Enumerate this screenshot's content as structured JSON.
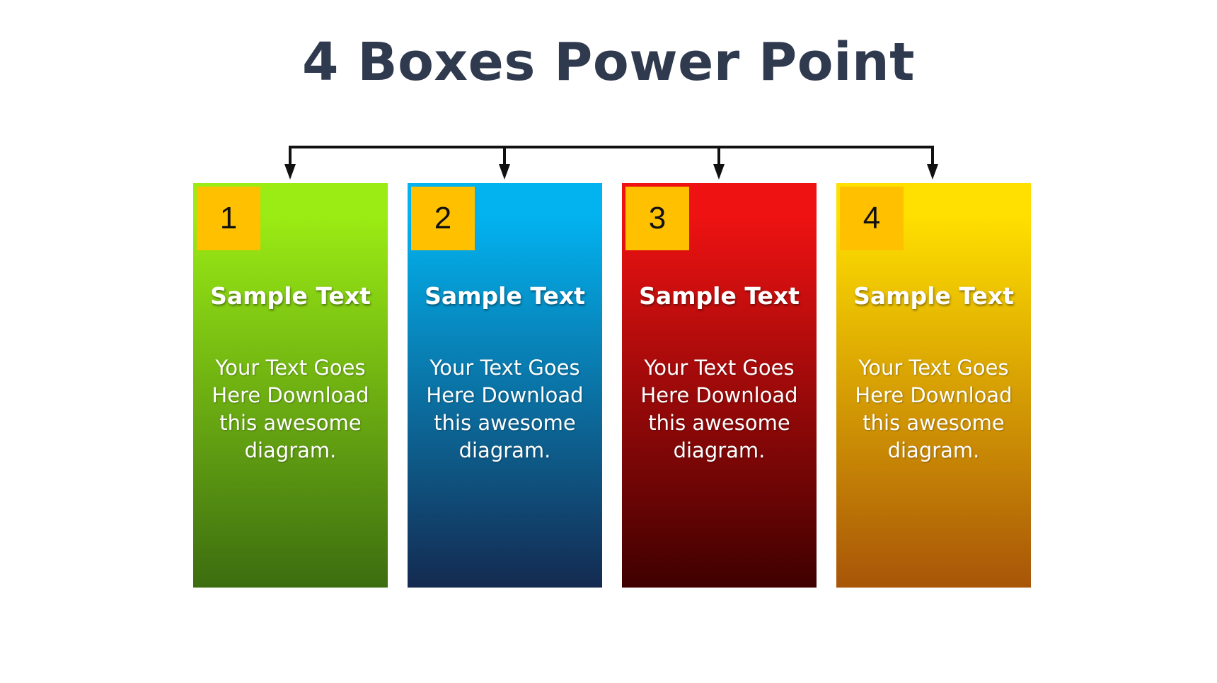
{
  "title": "4 Boxes Power Point",
  "boxes": [
    {
      "number": "1",
      "heading": "Sample Text",
      "body": "Your Text Goes Here Download this awesome diagram.",
      "color_top": "#9bec14",
      "color_bottom": "#3c6d10"
    },
    {
      "number": "2",
      "heading": "Sample Text",
      "body": "Your Text Goes Here Download this awesome diagram.",
      "color_top": "#02b3f0",
      "color_bottom": "#142a50"
    },
    {
      "number": "3",
      "heading": "Sample Text",
      "body": "Your Text Goes Here Download this awesome diagram.",
      "color_top": "#ef1212",
      "color_bottom": "#3f0000"
    },
    {
      "number": "4",
      "heading": "Sample Text",
      "body": "Your Text Goes Here Download this awesome diagram.",
      "color_top": "#ffe000",
      "color_bottom": "#a85508"
    }
  ],
  "badge_color": "#ffc000",
  "title_color": "#2f3a4f"
}
